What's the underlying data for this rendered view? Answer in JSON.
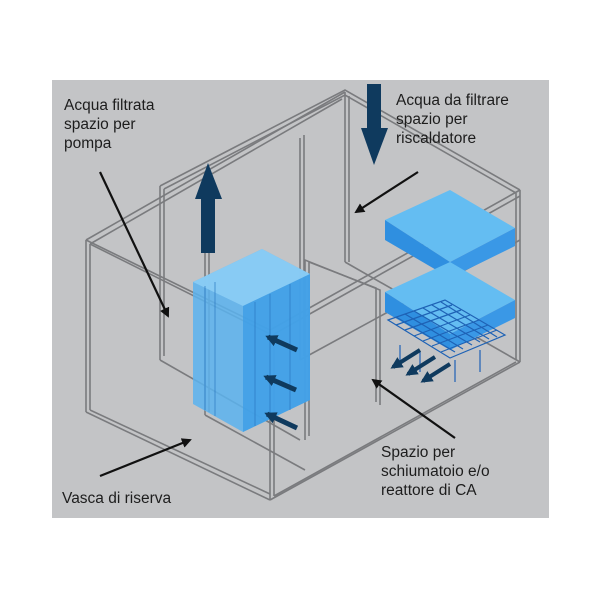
{
  "labels": {
    "filtered_water": "Acqua filtrata\nspazio per\npompa",
    "water_to_filter": "Acqua da filtrare\nspazio per\nriscaldatore",
    "reserve_tank": "Vasca di riserva",
    "skimmer_space": "Spazio per\nschiumatoio e/o\nreattore di CA"
  },
  "colors": {
    "background_panel": "#c3c4c6",
    "frame_line": "#7a7b7e",
    "filter_blue": "#3f9fe6",
    "sponge_blue": "#2f8fe0",
    "flow_arrow": "#0f3a5e",
    "pointer_arrow": "#111111"
  }
}
